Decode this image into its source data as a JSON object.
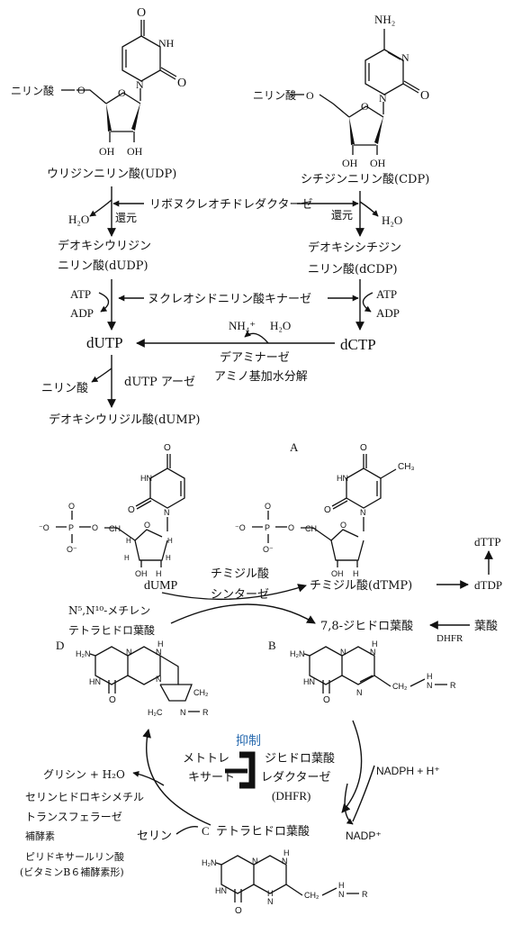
{
  "top": {
    "udp_phosphate": "ニリン酸",
    "udp_name": "ウリジンニリン酸(UDP)",
    "cdp_phosphate": "ニリン酸",
    "cdp_name": "シチジンニリン酸(CDP)",
    "cytosine_nh2": "NH₂",
    "enzyme_rnr": "リボヌクレオチドレダクターゼ",
    "reduction_left": "還元",
    "reduction_right": "還元",
    "water_left": "H₂O",
    "water_right": "H₂O",
    "dudp_line1": "デオキシウリジン",
    "dudp_line2": "ニリン酸(dUDP)",
    "dcdp_line1": "デオキシシチジン",
    "dcdp_line2": "ニリン酸(dCDP)",
    "atp_left": "ATP",
    "adp_left": "ADP",
    "atp_right": "ATP",
    "adp_right": "ADP",
    "enzyme_ndk": "ヌクレオシドニリン酸キナーゼ",
    "dutp": "dUTP",
    "dctp": "dCTP",
    "nh4": "NH₄⁺",
    "h2o_deam": "H₂O",
    "deaminase_line1": "デアミナーゼ",
    "deaminase_line2": "アミノ基加水分解",
    "pyrophosphate": "ニリン酸",
    "dutpase": "dUTP アーゼ",
    "dump_full": "デオキシウリジル酸(dUMP)"
  },
  "bottom": {
    "label_a": "A",
    "label_b": "B",
    "label_c": "C",
    "label_d": "D",
    "ch3": "CH₃",
    "dump": "dUMP",
    "ts_line1": "チミジル酸",
    "ts_line2": "シンターゼ",
    "dtmp": "チミジル酸(dTMP)",
    "dttp": "dTTP",
    "dtdp": "dTDP",
    "methylene_line1": "N⁵,N¹⁰-メチレン",
    "methylene_line2": "テトラヒドロ葉酸",
    "dhf": "7,8-ジヒドロ葉酸",
    "folate": "葉酸",
    "dhfr_small": "DHFR",
    "inhibit": "抑制",
    "mtx_line1": "メトトレ",
    "mtx_line2": "キサート",
    "dhfr_line1": "ジヒドロ葉酸",
    "dhfr_line2": "レダクターゼ",
    "dhfr_line3": "(DHFR)",
    "nadph": "NADPH + H⁺",
    "nadp": "NADP⁺",
    "glycine": "グリシン + H₂O",
    "shmt_line1": "セリンヒドロキシメチル",
    "shmt_line2": "トランスフェラーゼ",
    "coenzyme": "補酵素",
    "plp_line1": "ピリドキサールリン酸",
    "plp_line2": "(ビタミンB６補酵素形)",
    "serine": "セリン",
    "thf": "テトラヒドロ葉酸"
  },
  "colors": {
    "inhibit_text": "#2b6cb0",
    "line": "#111111"
  }
}
